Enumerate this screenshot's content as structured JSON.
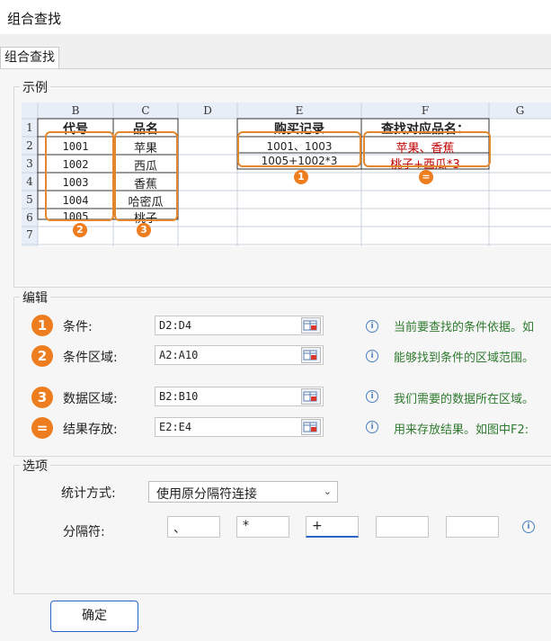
{
  "window": {
    "title": "组合查找"
  },
  "tab": {
    "label": "组合查找"
  },
  "example": {
    "title": "示例",
    "columns": [
      "B",
      "C",
      "D",
      "E",
      "F",
      "G"
    ],
    "rows": [
      "1",
      "2",
      "3",
      "4",
      "5",
      "6",
      "7"
    ],
    "headers": {
      "code": "代号",
      "name": "品名",
      "purchase": "购买记录",
      "result": "查找对应品名："
    },
    "codes": [
      "1001",
      "1002",
      "1003",
      "1004",
      "1005"
    ],
    "names": [
      "苹果",
      "西瓜",
      "香蕉",
      "哈密瓜",
      "桃子"
    ],
    "purchases": [
      "1001、1003",
      "1005+1002*3"
    ],
    "results": [
      "苹果、香蕉",
      "桃子+西瓜*3"
    ],
    "badges": {
      "b1": "1",
      "b2": "2",
      "b3": "3",
      "beq": "="
    }
  },
  "edit": {
    "title": "编辑",
    "rows": [
      {
        "badge": "1",
        "label": "条件:",
        "value": "D2:D4",
        "desc": "当前要查找的条件依据。如"
      },
      {
        "badge": "2",
        "label": "条件区域:",
        "value": "A2:A10",
        "desc": "能够找到条件的区域范围。"
      },
      {
        "badge": "3",
        "label": "数据区域:",
        "value": "B2:B10",
        "desc": "我们需要的数据所在区域。"
      },
      {
        "badge": "=",
        "label": "结果存放:",
        "value": "E2:E4",
        "desc": "用来存放结果。如图中F2:"
      }
    ]
  },
  "options": {
    "title": "选项",
    "stat_label": "统计方式:",
    "stat_value": "使用原分隔符连接",
    "sep_label": "分隔符:",
    "separators": [
      "、",
      "*",
      "+",
      "",
      ""
    ]
  },
  "ok_label": "确定",
  "colors": {
    "accent": "#ee7d20",
    "result_text": "#c00000",
    "desc_text": "#2f7a2f",
    "focus": "#2b64c8"
  }
}
